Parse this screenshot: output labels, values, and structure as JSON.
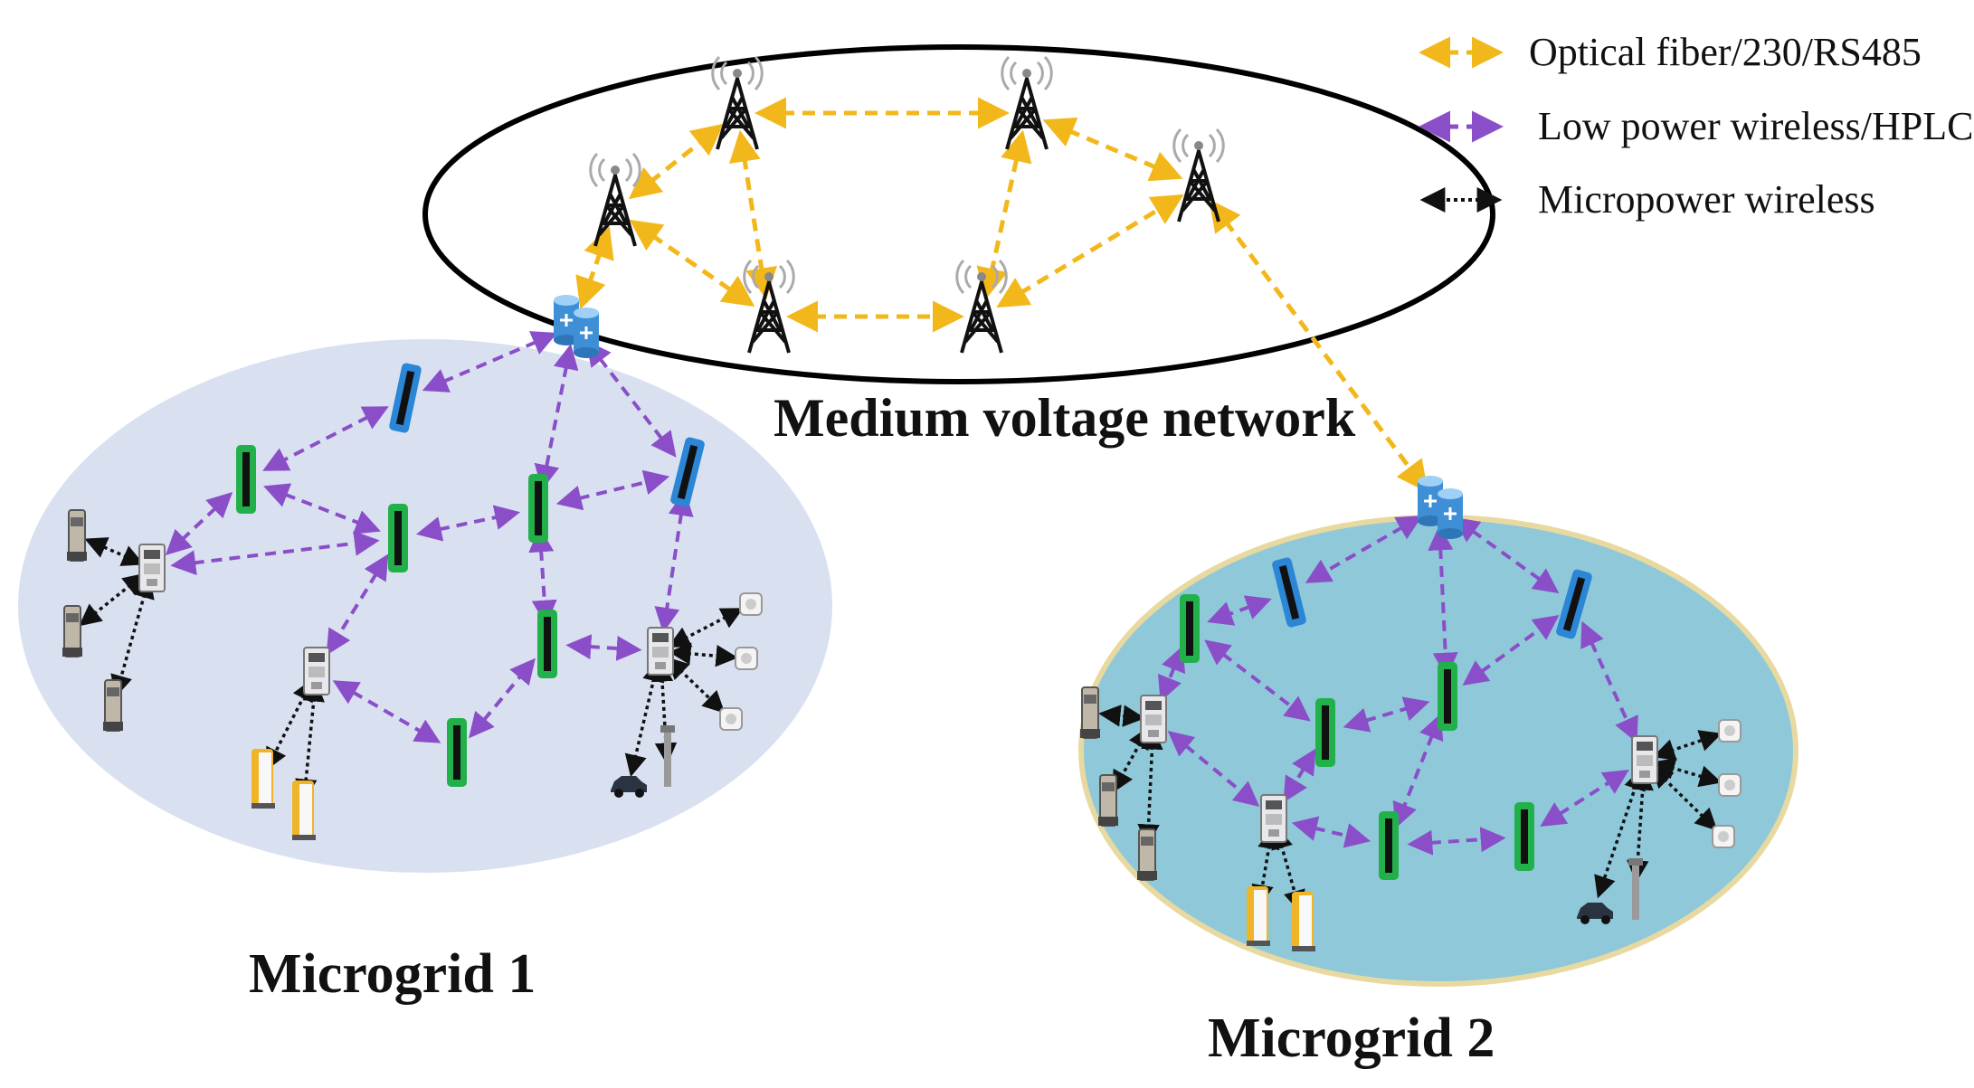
{
  "labels": {
    "network": "Medium voltage network",
    "microgrid1": "Microgrid 1",
    "microgrid2": "Microgrid 2"
  },
  "legend": [
    {
      "text": "Optical fiber/230/RS485",
      "color": "#f2b81b",
      "style": "dashed"
    },
    {
      "text": "Low power wireless/HPLC",
      "color": "#8a4fc8",
      "style": "dashed"
    },
    {
      "text": "Micropower wireless",
      "color": "#111111",
      "style": "dotted"
    }
  ],
  "colors": {
    "fiber": "#f2b81b",
    "hplc": "#8a4fc8",
    "micro": "#111111",
    "microgrid1_fill": "#d9e1f1",
    "microgrid2_fill": "#8fc9d9",
    "microgrid2_border": "#e8d9a0",
    "green_node": "#22b04b",
    "blue_node": "#2b86d6"
  },
  "icons": [
    "cell-tower-icon",
    "gateway-icon",
    "concentrator-icon",
    "router-node-icon",
    "electric-meter-icon",
    "water-meter-icon",
    "charging-pile-icon",
    "sensor-icon",
    "car-icon",
    "street-lamp-icon"
  ]
}
